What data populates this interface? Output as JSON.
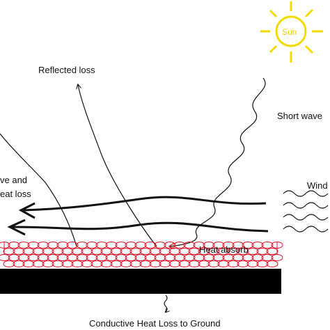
{
  "labels": {
    "sun": "Sun",
    "reflected_loss": "Reflected loss",
    "short_wave": "Short wave",
    "wind": "Wind",
    "convective_line1": "ve and",
    "convective_line2": "eat loss",
    "heat_absorb": "Heat absorb",
    "conductive": "Conductive Heat Loss to Ground"
  },
  "colors": {
    "sun": "#f2dc00",
    "line": "#111111",
    "absorb": "#e0142a",
    "slab": "#000000"
  }
}
